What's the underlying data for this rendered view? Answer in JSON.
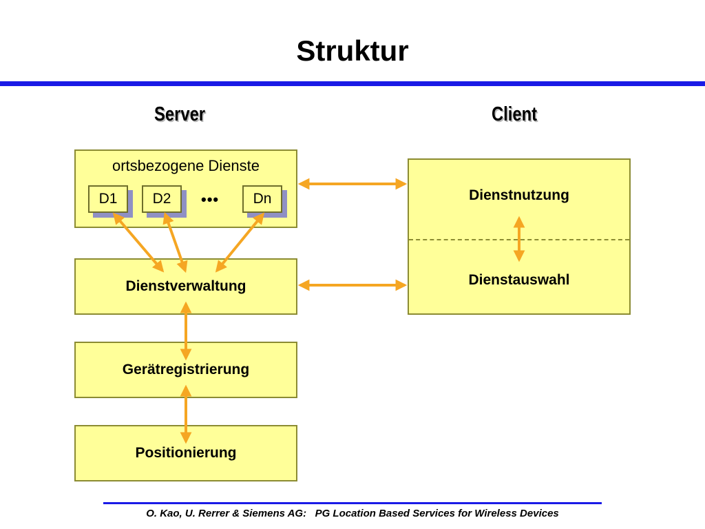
{
  "title": "Struktur",
  "columns": {
    "server": "Server",
    "client": "Client"
  },
  "server": {
    "group_label": "ortsbezogene Dienste",
    "items": [
      "D1",
      "D2",
      "Dn"
    ],
    "ellipsis": "•••",
    "layers": [
      "Dienstverwaltung",
      "Gerätregistrierung",
      "Positionierung"
    ]
  },
  "client": {
    "top": "Dienstnutzung",
    "bottom": "Dienstauswahl"
  },
  "footer": "O. Kao, U. Rerrer & Siemens AG:   PG Location Based Services for Wireless Devices",
  "colors": {
    "box_fill": "#ffff99",
    "box_border": "#8b8b32",
    "arrow": "#f5a623",
    "rule": "#1a1ae6"
  }
}
